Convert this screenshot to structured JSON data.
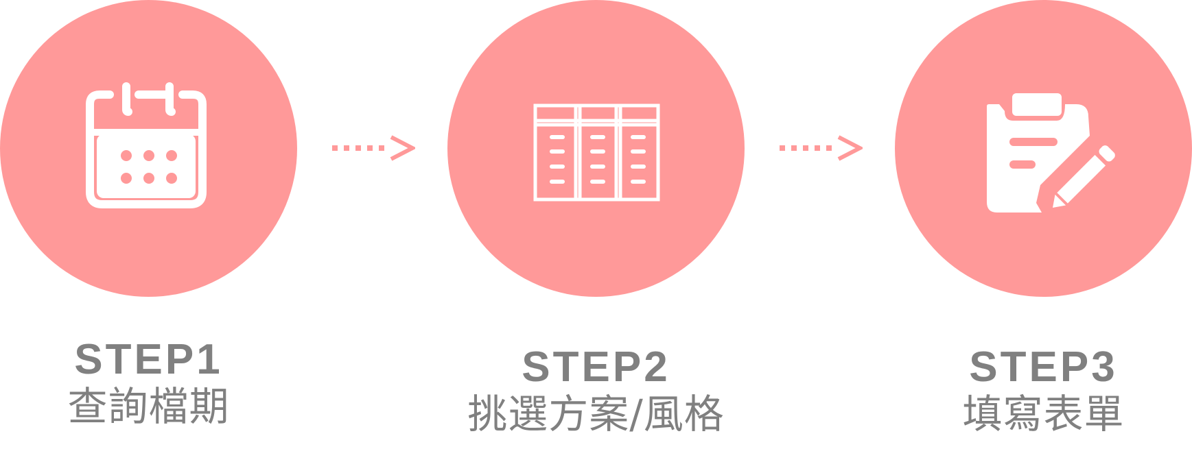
{
  "colors": {
    "circle": "#ff9999",
    "icon": "#ffffff",
    "text": "#808080",
    "arrow": "#ff9999"
  },
  "steps": [
    {
      "title": "STEP1",
      "desc": "查詢檔期",
      "icon": "calendar-icon"
    },
    {
      "title": "STEP2",
      "desc": "挑選方案/風格",
      "icon": "table-icon"
    },
    {
      "title": "STEP3",
      "desc": "填寫表單",
      "icon": "clipboard-edit-icon"
    }
  ],
  "connectors": [
    "dotted-arrow-icon",
    "dotted-arrow-icon"
  ]
}
